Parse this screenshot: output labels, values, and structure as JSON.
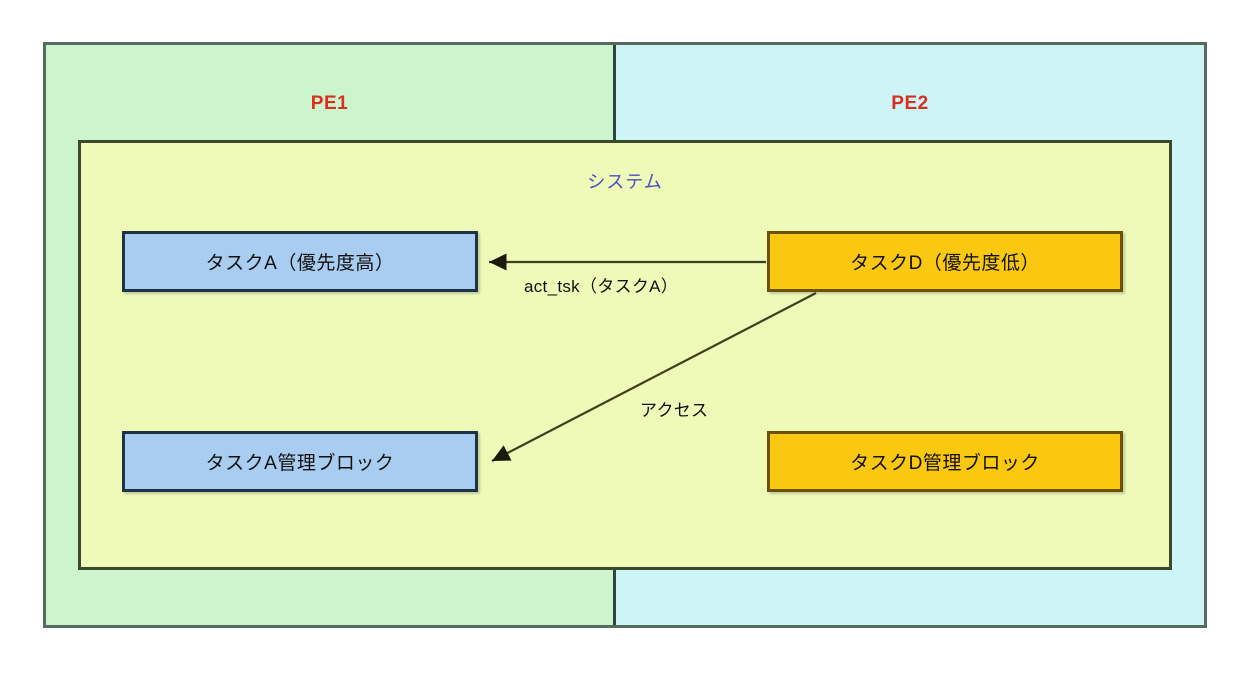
{
  "diagram": {
    "title_partitions": [
      {
        "id": "pe1",
        "label": "PE1",
        "color": "#d92f20",
        "background": "#cdf5cd"
      },
      {
        "id": "pe2",
        "label": "PE2",
        "color": "#d92f20",
        "background": "#cdf5f8"
      }
    ],
    "system": {
      "label": "システム",
      "label_color": "#4b4ec8",
      "background": "#eff9b8"
    },
    "nodes": [
      {
        "id": "task-a",
        "label": "タスクA（優先度高）",
        "fill": "#a8cdf0",
        "stroke": "#1f3348",
        "partition": "pe1"
      },
      {
        "id": "task-a-block",
        "label": "タスクA管理ブロック",
        "fill": "#a8cdf0",
        "stroke": "#1f3348",
        "partition": "pe1"
      },
      {
        "id": "task-d",
        "label": "タスクD（優先度低）",
        "fill": "#fac711",
        "stroke": "#6b5200",
        "partition": "pe2"
      },
      {
        "id": "task-d-block",
        "label": "タスクD管理ブロック",
        "fill": "#fac711",
        "stroke": "#6b5200",
        "partition": "pe2"
      }
    ],
    "edges": [
      {
        "id": "edge-act-tsk",
        "label": "act_tsk（タスクA）",
        "from": "task-d",
        "to": "task-a",
        "style": "straight"
      },
      {
        "id": "edge-access",
        "label": "アクセス",
        "from": "task-d",
        "to": "task-a-block",
        "style": "diagonal"
      }
    ]
  }
}
